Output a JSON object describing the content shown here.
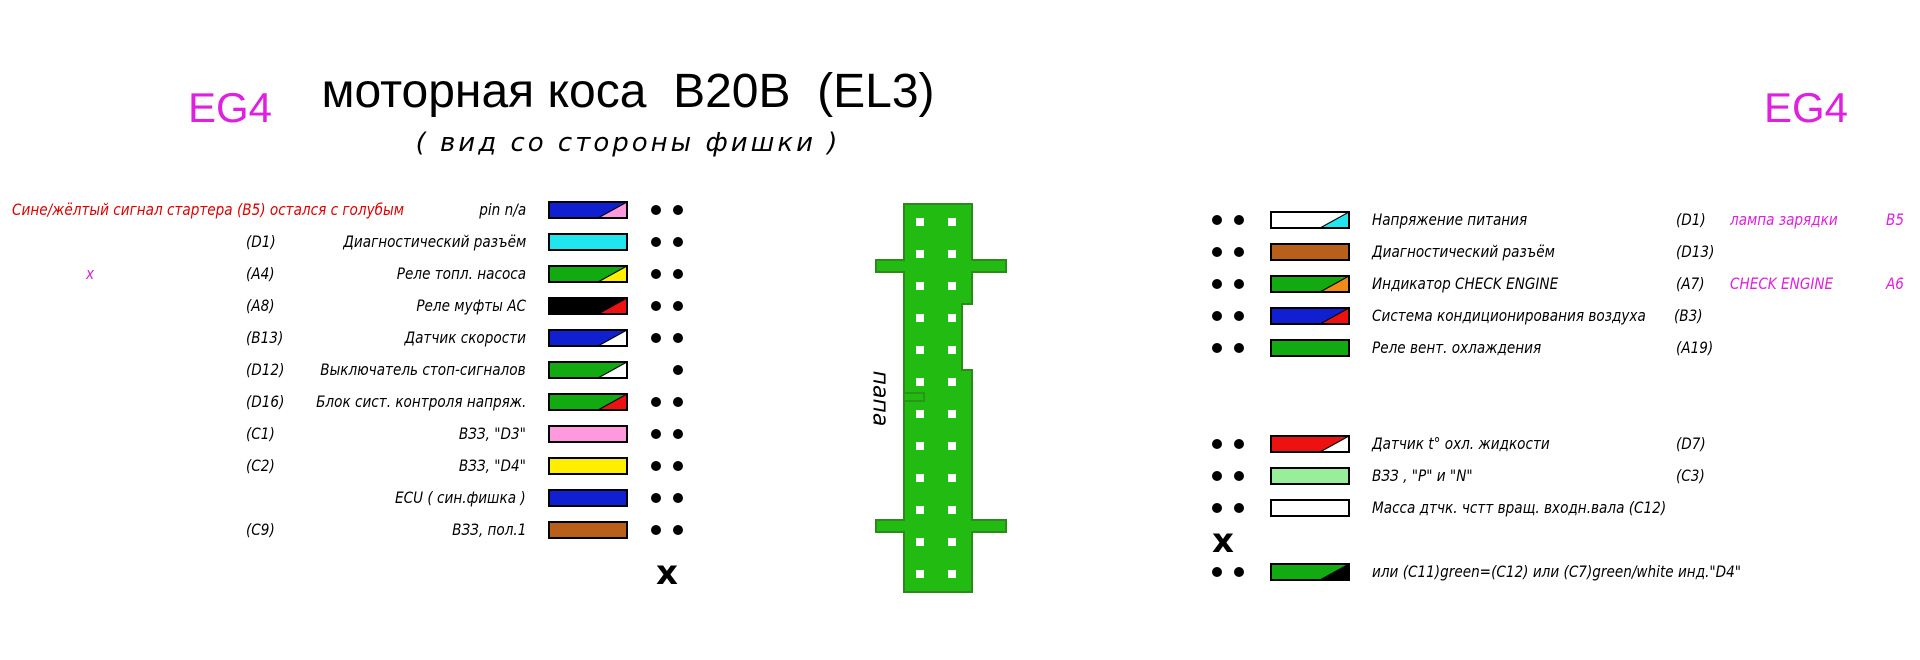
{
  "header": {
    "title": "моторная коса  B20B  (EL3)",
    "subtitle": "( вид со стороны фишки )",
    "left_tag": "EG4",
    "right_tag": "EG4"
  },
  "connector": {
    "label": "папа",
    "body_color": "#22bb11",
    "pins_per_column": 12
  },
  "left_rows": [
    {
      "note": "Сине/жёлтый сигнал стартера (B5) остался с голубым",
      "code": "",
      "name": "pin n/a",
      "fill": "#1020d0",
      "tip": "#ff99dd",
      "dots": 2
    },
    {
      "note": "",
      "code": "(D1)",
      "name": "Диагностический разъём",
      "fill": "#22e6ee",
      "tip": "",
      "dots": 2
    },
    {
      "note": "x",
      "code": "(A4)",
      "name": "Реле топл. насоса",
      "fill": "#11aa11",
      "tip": "#ffee00",
      "dots": 2
    },
    {
      "note": "",
      "code": "(A8)",
      "name": "Реле муфты АС",
      "fill": "#000000",
      "tip": "#ee1111",
      "dots": 2
    },
    {
      "note": "",
      "code": "(B13)",
      "name": "Датчик скорости",
      "fill": "#1020d0",
      "tip": "#ffffff",
      "dots": 2
    },
    {
      "note": "",
      "code": "(D12)",
      "name": "Выключатель стоп-сигналов",
      "fill": "#11aa11",
      "tip": "#ffffff",
      "dots": 1
    },
    {
      "note": "",
      "code": "(D16)",
      "name": "Блок сист. контроля напряж.",
      "fill": "#11aa11",
      "tip": "#ee1111",
      "dots": 2
    },
    {
      "note": "",
      "code": "(C1)",
      "name": "ВЗЗ,   \"D3\"",
      "fill": "#ff99dd",
      "tip": "",
      "dots": 2
    },
    {
      "note": "",
      "code": "(C2)",
      "name": "ВЗЗ,   \"D4\"",
      "fill": "#ffee00",
      "tip": "",
      "dots": 2
    },
    {
      "note": "",
      "code": "",
      "name": "ECU  ( син.фишка )",
      "fill": "#1020d0",
      "tip": "",
      "dots": 2
    },
    {
      "note": "",
      "code": "(C9)",
      "name": "ВЗЗ, пол.1",
      "fill": "#b8601a",
      "tip": "",
      "dots": 2
    }
  ],
  "left_cross": "x",
  "right_rows": [
    {
      "name": "Напряжение питания",
      "code": "(D1)",
      "note": "лампа зарядки",
      "pin": "B5",
      "fill": "#ffffff",
      "tip": "#22e6ee",
      "dots": 2
    },
    {
      "name": "Диагностический разъём",
      "code": "(D13)",
      "note": "",
      "pin": "",
      "fill": "#b8601a",
      "tip": "",
      "dots": 2
    },
    {
      "name": "Индикатор CHECK ENGINE",
      "code": "(A7)",
      "note": "CHECK ENGINE",
      "pin": "A6",
      "fill": "#11aa11",
      "tip": "#f08a1a",
      "dots": 2
    },
    {
      "name": "Система кондиционирования воздуха",
      "code": "(B3)",
      "note": "",
      "pin": "",
      "fill": "#1020d0",
      "tip": "#ee1111",
      "dots": 2
    },
    {
      "name": "Реле вент. охлаждения",
      "code": "(A19)",
      "note": "",
      "pin": "",
      "fill": "#11aa11",
      "tip": "",
      "dots": 2
    },
    {
      "name": "Датчик t° охл. жидкости",
      "code": "(D7)",
      "note": "",
      "pin": "",
      "fill": "#ee1111",
      "tip": "#ffffff",
      "dots": 2
    },
    {
      "name": "ВЗЗ , \"P\" и \"N\"",
      "code": "(C3)",
      "note": "",
      "pin": "",
      "fill": "#99ee99",
      "tip": "",
      "dots": 2
    },
    {
      "name": "Масса дтчк. чстт вращ. входн.вала (C12)",
      "code": "",
      "note": "",
      "pin": "",
      "fill": "#ffffff",
      "tip": "",
      "dots": 2
    },
    {
      "name": "или (C11)green=(C12) или (C7)green/white инд.\"D4\"",
      "code": "",
      "note": "",
      "pin": "",
      "fill": "#11aa11",
      "tip": "#000000",
      "dots": 2
    }
  ],
  "right_cross": "x"
}
